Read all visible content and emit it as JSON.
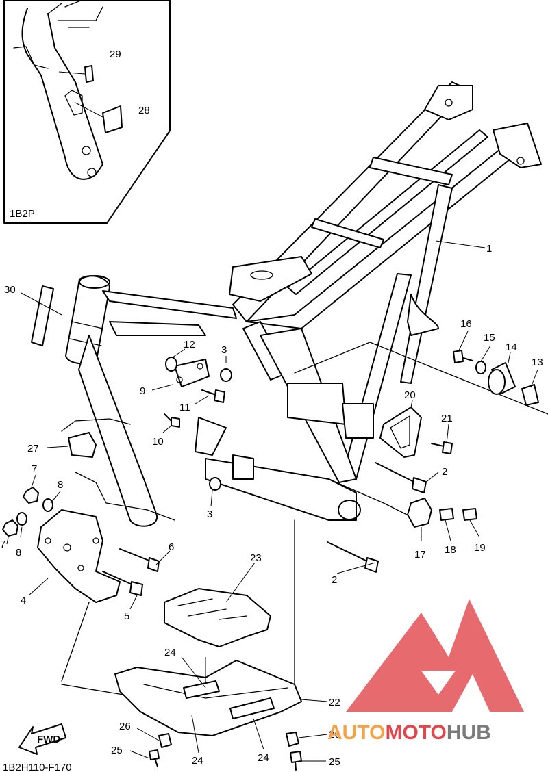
{
  "inset": {
    "model_code": "1B2P"
  },
  "callouts": [
    {
      "id": "c1",
      "text": "1"
    },
    {
      "id": "c2a",
      "text": "2"
    },
    {
      "id": "c2b",
      "text": "2"
    },
    {
      "id": "c3a",
      "text": "3"
    },
    {
      "id": "c3b",
      "text": "3"
    },
    {
      "id": "c4",
      "text": "4"
    },
    {
      "id": "c5",
      "text": "5"
    },
    {
      "id": "c6",
      "text": "6"
    },
    {
      "id": "c7a",
      "text": "7"
    },
    {
      "id": "c7b",
      "text": "7"
    },
    {
      "id": "c8a",
      "text": "8"
    },
    {
      "id": "c8b",
      "text": "8"
    },
    {
      "id": "c9",
      "text": "9"
    },
    {
      "id": "c10",
      "text": "10"
    },
    {
      "id": "c11",
      "text": "11"
    },
    {
      "id": "c12",
      "text": "12"
    },
    {
      "id": "c13",
      "text": "13"
    },
    {
      "id": "c14",
      "text": "14"
    },
    {
      "id": "c15",
      "text": "15"
    },
    {
      "id": "c16",
      "text": "16"
    },
    {
      "id": "c17",
      "text": "17"
    },
    {
      "id": "c18",
      "text": "18"
    },
    {
      "id": "c19",
      "text": "19"
    },
    {
      "id": "c20",
      "text": "20"
    },
    {
      "id": "c21",
      "text": "21"
    },
    {
      "id": "c22",
      "text": "22"
    },
    {
      "id": "c23",
      "text": "23"
    },
    {
      "id": "c24a",
      "text": "24"
    },
    {
      "id": "c24b",
      "text": "24"
    },
    {
      "id": "c24c",
      "text": "24"
    },
    {
      "id": "c25a",
      "text": "25"
    },
    {
      "id": "c25b",
      "text": "25"
    },
    {
      "id": "c26a",
      "text": "26"
    },
    {
      "id": "c26b",
      "text": "26"
    },
    {
      "id": "c27",
      "text": "27"
    },
    {
      "id": "c28",
      "text": "28"
    },
    {
      "id": "c29",
      "text": "29"
    },
    {
      "id": "c30",
      "text": "30"
    }
  ],
  "fwd_label": "FWD",
  "drawing_code": "1B2H110-F170",
  "watermark": {
    "brand_auto": "AUTO",
    "brand_moto": "MOTO",
    "brand_hub": "HUB"
  },
  "colors": {
    "line": "#000000",
    "watermark_red": "#e0464b",
    "watermark_orange": "#f4a24a",
    "watermark_gray": "#7a7a7a"
  }
}
